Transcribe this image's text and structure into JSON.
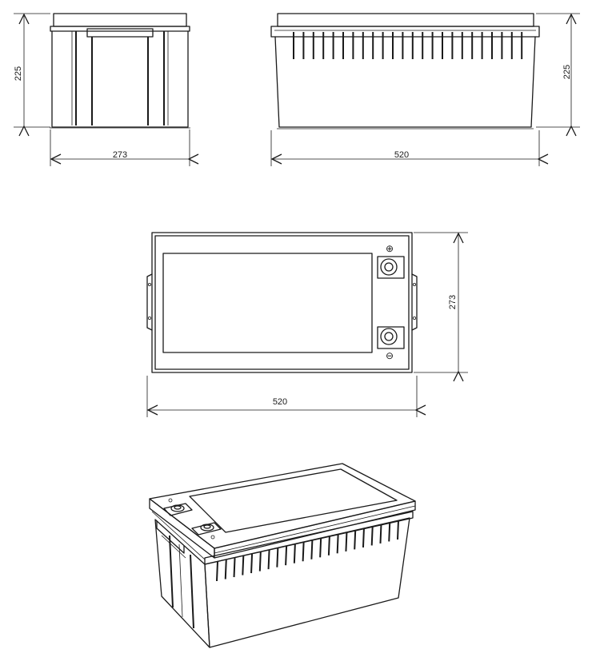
{
  "dimensions": {
    "front_height": "225",
    "front_width": "273",
    "side_height": "225",
    "side_length": "520",
    "top_depth": "273",
    "top_length": "520"
  },
  "terminals": {
    "positive": "⊕",
    "negative": "⊖"
  },
  "colors": {
    "line": "#1a1a1a",
    "background": "#ffffff"
  }
}
